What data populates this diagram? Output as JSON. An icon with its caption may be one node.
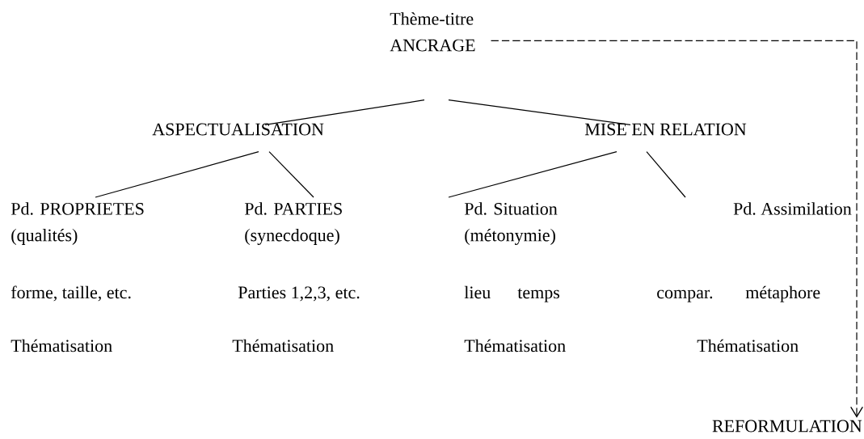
{
  "diagram": {
    "nodes": [
      {
        "text": [
          "Thème-titre",
          "ANCRAGE"
        ]
      },
      {
        "text": [
          "ASPECTUALISATION"
        ]
      },
      {
        "text": [
          "MISE EN RELATION"
        ]
      },
      {
        "text": [
          "Pd. PROPRIETES (qualités)"
        ]
      },
      {
        "text": [
          "Pd. PARTIES (synecdoque)"
        ]
      },
      {
        "text": [
          "Pd. Situation (métonymie)"
        ]
      },
      {
        "text": [
          "Pd. Assimilation"
        ]
      },
      {
        "text": [
          "REFORMULATION"
        ]
      }
    ],
    "edges": [
      {
        "from": 0,
        "to": 1,
        "arrow": "none"
      },
      {
        "from": 0,
        "to": 2,
        "arrow": "none"
      },
      {
        "from": 1,
        "to": 3,
        "arrow": "none"
      },
      {
        "from": 1,
        "to": 4,
        "arrow": "none"
      },
      {
        "from": 2,
        "to": 5,
        "arrow": "none"
      },
      {
        "from": 2,
        "to": 6,
        "arrow": "none"
      },
      {
        "from": 0,
        "to": 7,
        "arrow": "to",
        "style": "dashed"
      }
    ],
    "labels": [
      "forme, taille, etc.",
      "Parties 1,2,3, etc.",
      "lieu",
      "temps",
      "compar.",
      "métaphore",
      "Thématisation",
      "Thématisation",
      "Thématisation",
      "Thématisation"
    ]
  }
}
